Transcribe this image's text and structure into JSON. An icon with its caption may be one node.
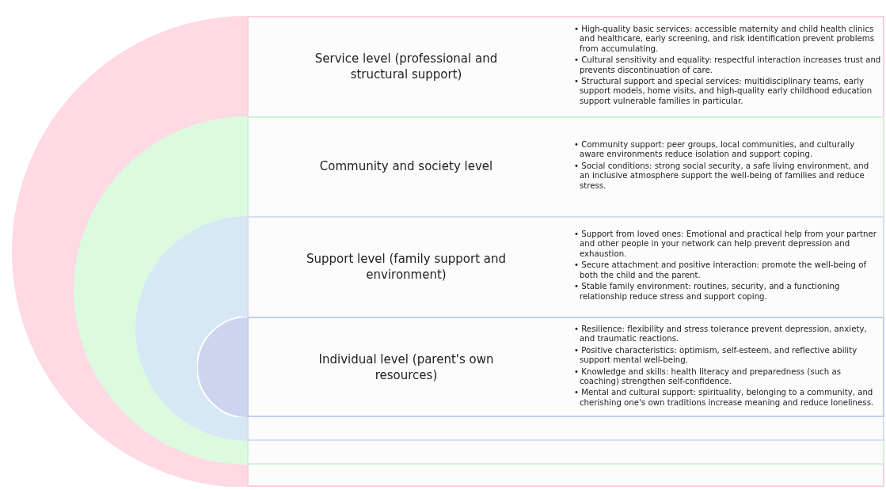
{
  "diagram": {
    "nodes": [
      {
        "text": [
          "Service level (professional and structural support)",
          "• High-quality basic services: accessible maternity and child health clinics and healthcare, early screening, and risk identification prevent problems from accumulating.",
          "• Cultural sensitivity and equality: respectful interaction increases trust and prevents discontinuation of care.",
          "• Structural support and special services: multidisciplinary teams, early support models, home visits, and high-quality early childhood education support vulnerable families in particular."
        ]
      },
      {
        "text": [
          "Community and society level",
          "• Community support: peer groups, local communities, and culturally aware environments reduce isolation and support coping.",
          "• Social conditions: strong social security, a safe living environment, and an inclusive atmosphere support the well-being of families and reduce stress."
        ],
        "in": 0
      },
      {
        "text": [
          "Support level (family support and environment)",
          "• Support from loved ones: Emotional and practical help from your partner and other people in your network can help prevent depression and exhaustion.",
          "• Secure attachment and positive interaction: promote the well-being of both the child and the parent.",
          "• Stable family environment: routines, security, and a functioning relationship reduce stress and support coping."
        ],
        "in": 1
      },
      {
        "text": [
          "Individual level (parent's own resources)",
          "• Resilience: flexibility and stress tolerance prevent depression, anxiety, and traumatic reactions.",
          "• Positive characteristics: optimism, self-esteem, and reflective ability support mental well-being.",
          "• Knowledge and skills: health literacy and preparedness (such as coaching) strengthen self-confidence.",
          "• Mental and cultural support: spirituality, belonging to a community, and cherishing one's own traditions increase meaning and reduce loneliness."
        ],
        "in": 2
      }
    ]
  }
}
